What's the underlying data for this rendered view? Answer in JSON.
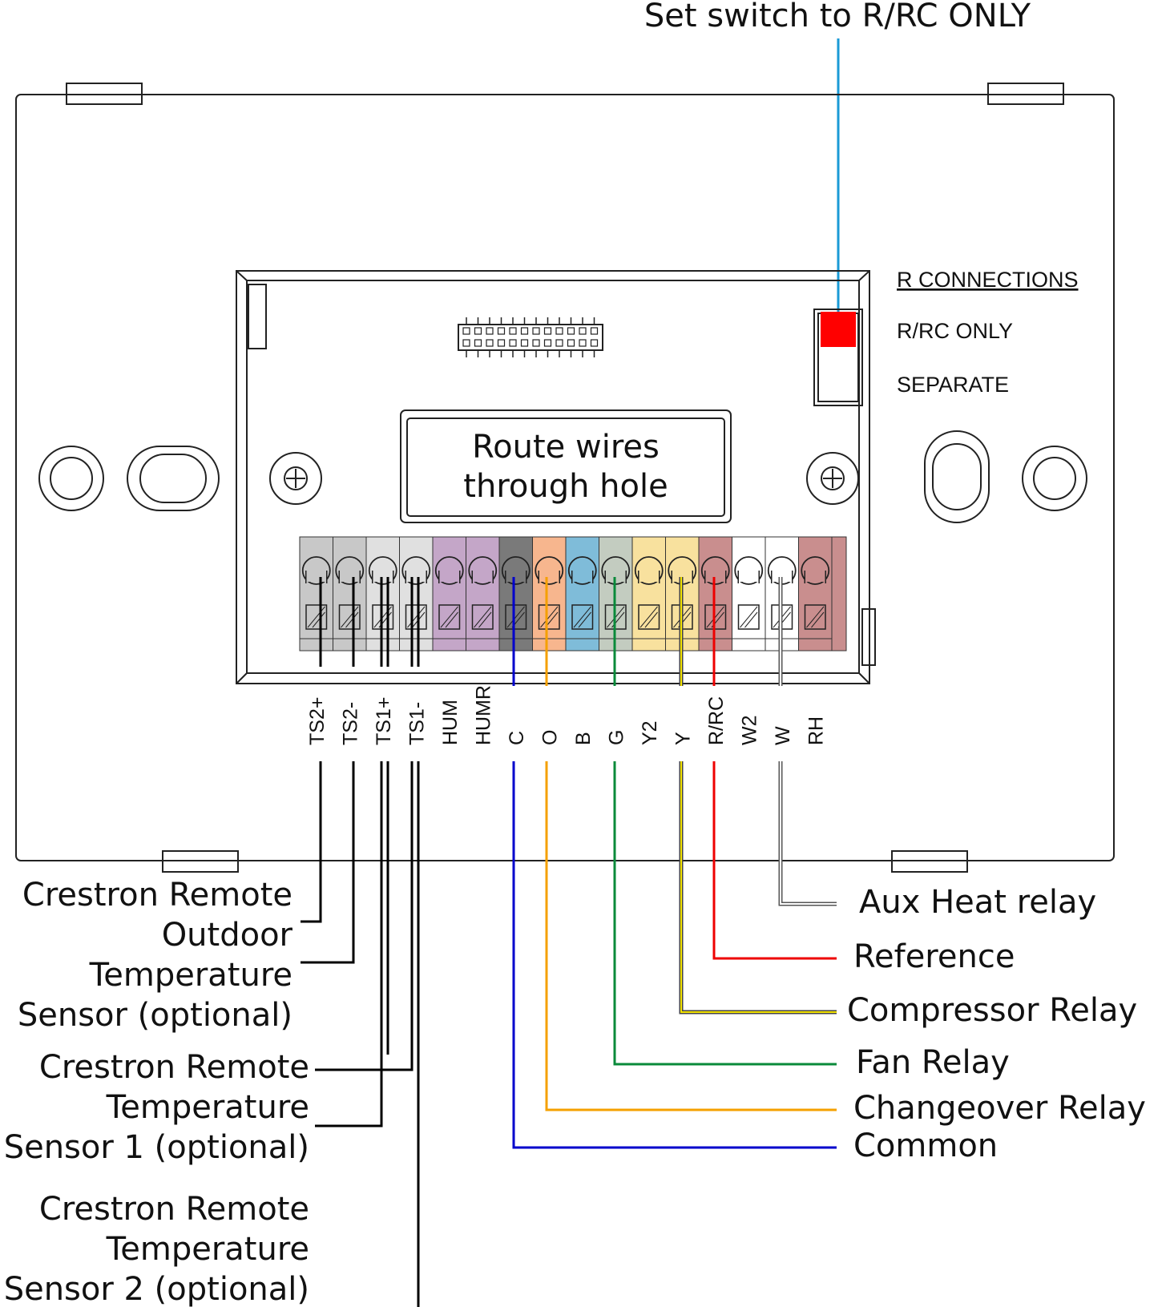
{
  "top_note": "Set switch to R/RC ONLY",
  "switch_block": {
    "title": "R CONNECTIONS",
    "option_1": "R/RC ONLY",
    "option_2": "SEPARATE"
  },
  "hole_text": {
    "line1": "Route wires",
    "line2": "through hole"
  },
  "terminals": [
    {
      "label": "TS2+",
      "color": "#c8c8c8"
    },
    {
      "label": "TS2-",
      "color": "#c8c8c8"
    },
    {
      "label": "TS1+",
      "color": "#e0e0e0"
    },
    {
      "label": "TS1-",
      "color": "#e0e0e0"
    },
    {
      "label": "HUM",
      "color": "#c4a6c8"
    },
    {
      "label": "HUMR",
      "color": "#c4a6c8"
    },
    {
      "label": "C",
      "color": "#7a7a7a"
    },
    {
      "label": "O",
      "color": "#f7b68e"
    },
    {
      "label": "B",
      "color": "#7fbcd9"
    },
    {
      "label": "G",
      "color": "#c3ccc0"
    },
    {
      "label": "Y2",
      "color": "#f8e19e"
    },
    {
      "label": "Y",
      "color": "#f8e19e"
    },
    {
      "label": "R/RC",
      "color": "#c98e8e"
    },
    {
      "label": "W2",
      "color": "#ffffff"
    },
    {
      "label": "W",
      "color": "#ffffff"
    },
    {
      "label": "RH",
      "color": "#c98e8e"
    }
  ],
  "left_labels": {
    "outdoor": [
      "Crestron Remote",
      "Outdoor",
      "Temperature",
      "Sensor (optional)"
    ],
    "sensor1": [
      "Crestron Remote",
      "Temperature",
      "Sensor 1 (optional)"
    ],
    "sensor2": [
      "Crestron Remote",
      "Temperature",
      "Sensor 2 (optional)"
    ]
  },
  "right_labels": {
    "aux_heat": "Aux Heat relay",
    "reference": "Reference",
    "compressor": "Compressor Relay",
    "fan": "Fan Relay",
    "changeover": "Changeover Relay",
    "common": "Common"
  },
  "colors": {
    "switch_indicator": "#ff0000",
    "switch_leader": "#1a9ad6",
    "common_wire": "#0000cc",
    "changeover_wire": "#f5a000",
    "fan_wire": "#0a8a3a",
    "compressor_wire": "#d6c800",
    "reference_wire": "#ee0000",
    "aux_wire": "#666666",
    "sensor_wire": "#000000"
  }
}
